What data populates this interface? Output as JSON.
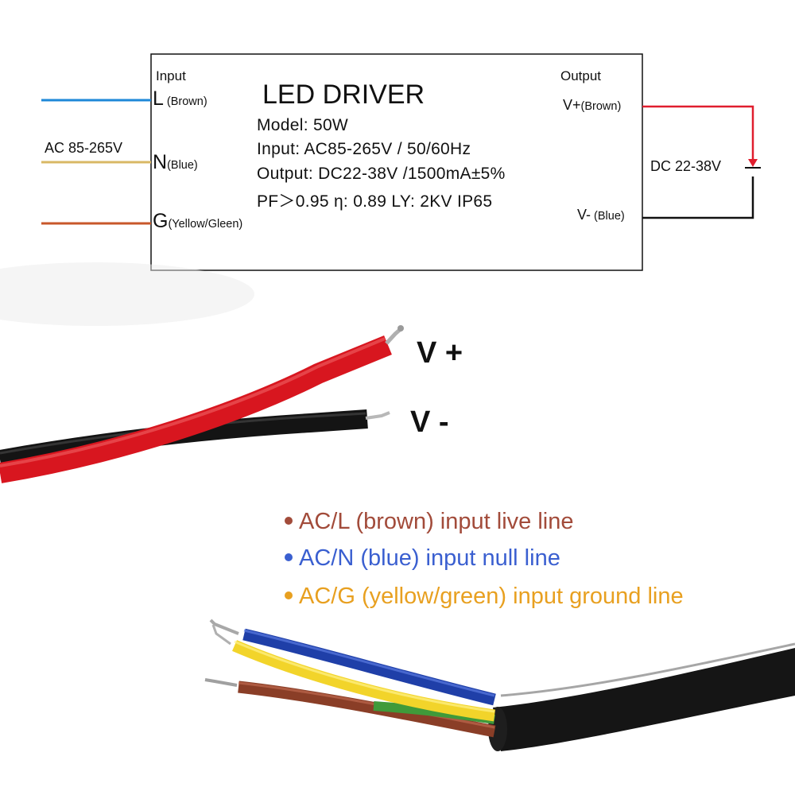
{
  "driver": {
    "title": "LED DRIVER",
    "specs": {
      "model": "Model: 50W",
      "input": "Input: AC85-265V / 50/60Hz",
      "output": "Output: DC22-38V /1500mA±5%",
      "pf": "PF＞0.95  η: 0.89   LY: 2KV  IP65"
    },
    "input_header": "Input",
    "output_header": "Output",
    "input_terminals": [
      {
        "letter": "L",
        "note": "(Brown)",
        "wire_color": "#1e88d8"
      },
      {
        "letter": "N",
        "note": "(Blue)",
        "wire_color": "#d9b865"
      },
      {
        "letter": "G",
        "note": "(Yellow/Gleen)",
        "wire_color": "#c8572a"
      }
    ],
    "input_voltage": "AC 85-265V",
    "output_terminals": [
      {
        "label": "V+",
        "note": "(Brown)",
        "wire_color": "#e01e2e"
      },
      {
        "label": "V-",
        "note": " (Blue)",
        "wire_color": "#111111"
      }
    ],
    "output_voltage": "DC 22-38V"
  },
  "photo_labels": {
    "v_plus": "V +",
    "v_minus": "V -"
  },
  "legend": [
    {
      "text": "AC/L (brown) input live line",
      "color": "#a24b3a"
    },
    {
      "text": "AC/N (blue) input null line",
      "color": "#3a5fd0"
    },
    {
      "text": "AC/G (yellow/green) input ground line",
      "color": "#e8a020"
    }
  ]
}
